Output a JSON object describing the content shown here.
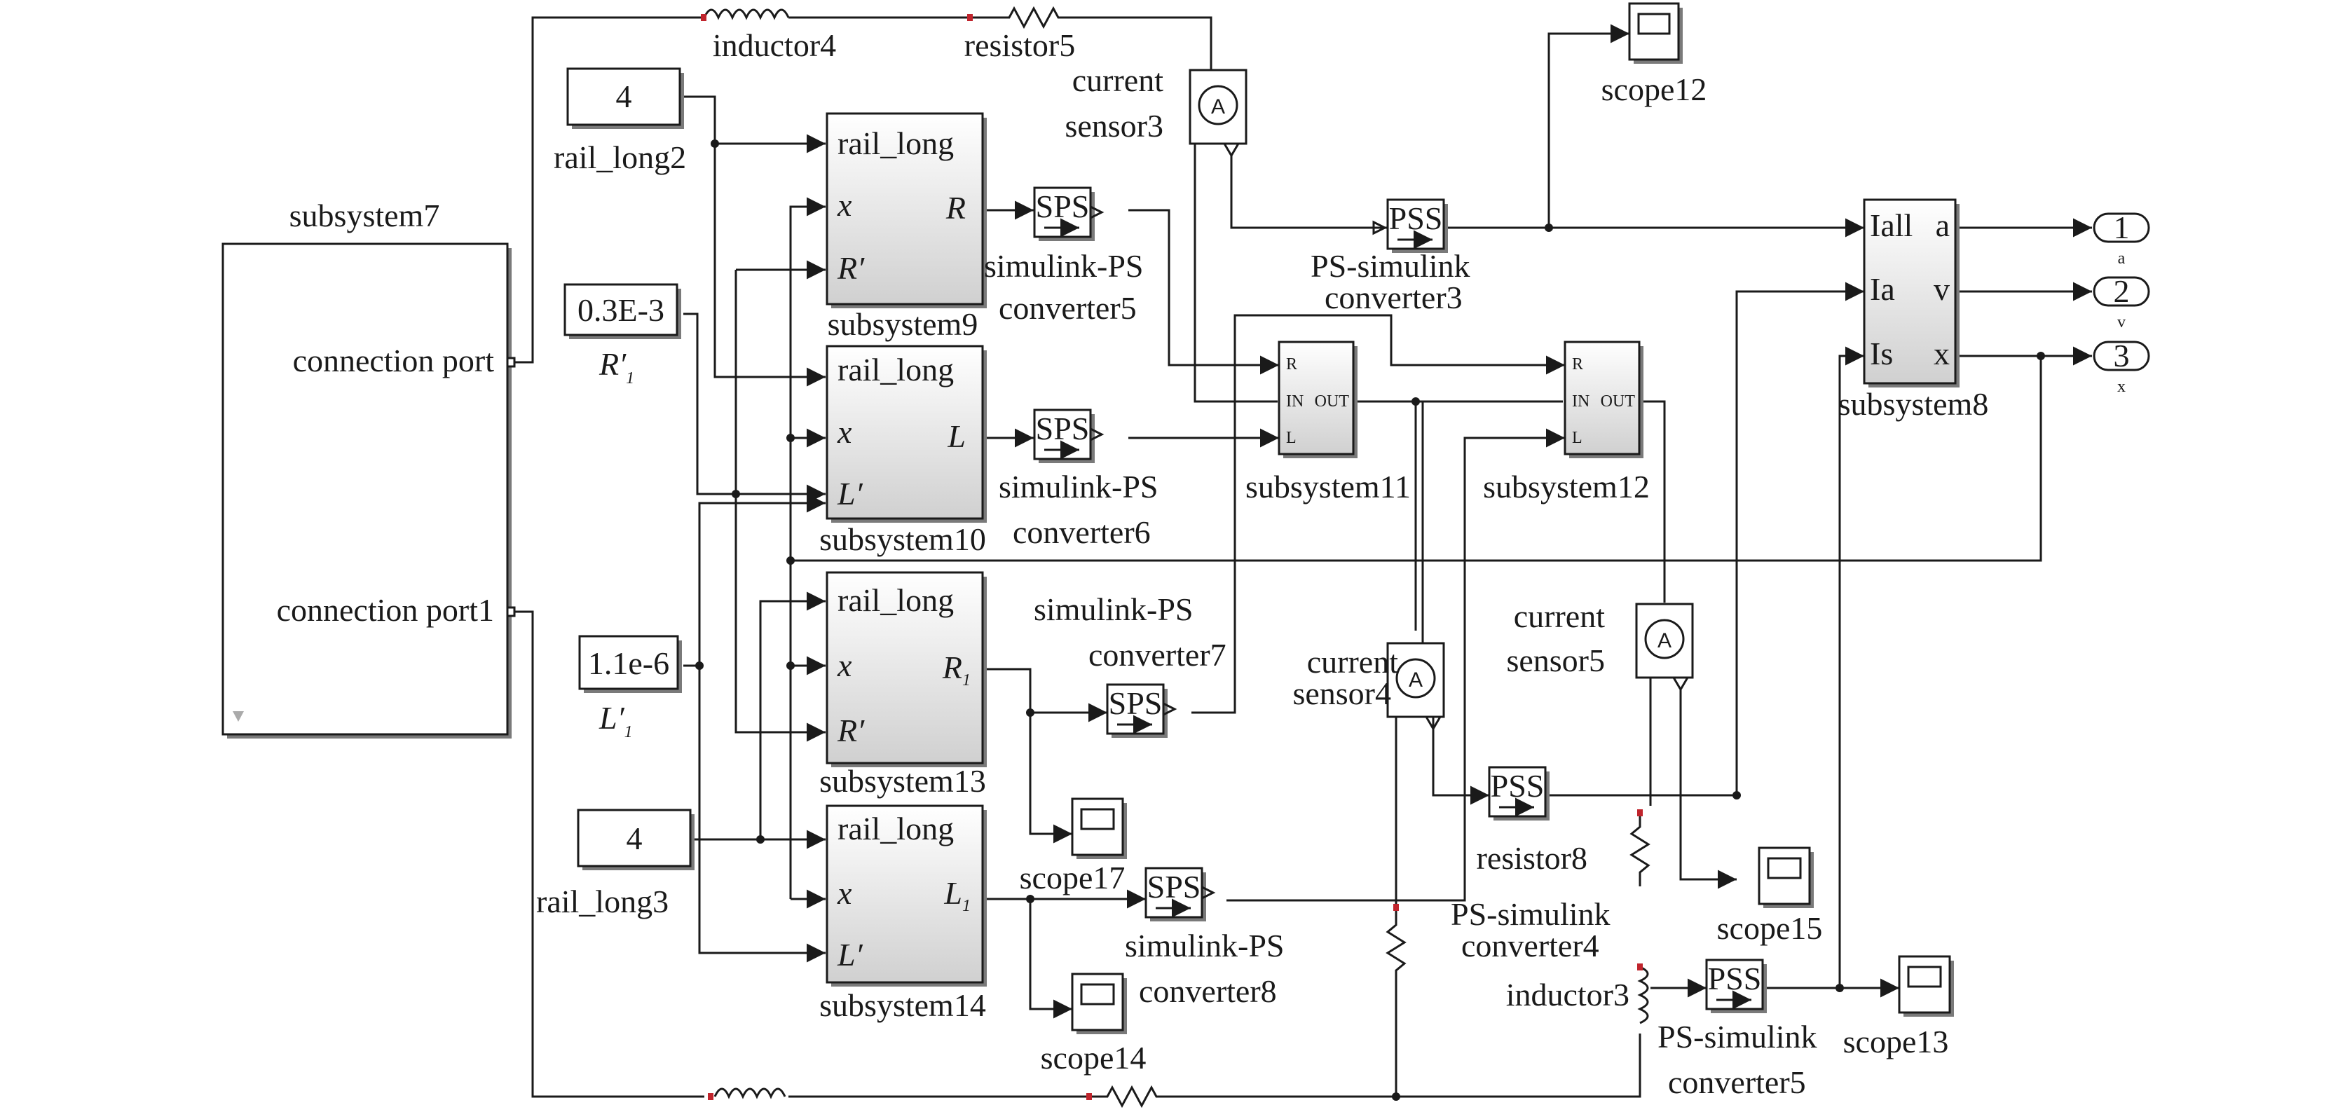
{
  "colors": {
    "ink": "#1a1a1a",
    "block_fill": "#ffffff",
    "shadow": "#7a7a7a",
    "grad_end": "#d0d0d0",
    "element_red": "#c0242c"
  },
  "subsystem7": {
    "name": "subsystem7",
    "port_top": "connection port",
    "port_bottom": "connection port1"
  },
  "constants": [
    {
      "value": "4",
      "name": "rail_long2"
    },
    {
      "value": "0.3E-3",
      "name": "R′",
      "sub": "1"
    },
    {
      "value": "1.1e-6",
      "name": "L′",
      "sub": "1"
    },
    {
      "value": "4",
      "name": "rail_long3"
    }
  ],
  "rail_blocks": [
    {
      "name": "subsystem9",
      "in1": "rail_long",
      "in2": "x",
      "in3": "R′",
      "out": "R",
      "out_sub": ""
    },
    {
      "name": "subsystem10",
      "in1": "rail_long",
      "in2": "x",
      "in3": "L′",
      "out": "L",
      "out_sub": ""
    },
    {
      "name": "subsystem13",
      "in1": "rail_long",
      "in2": "x",
      "in3": "R′",
      "out": "R",
      "out_sub": "1"
    },
    {
      "name": "subsystem14",
      "in1": "rail_long",
      "in2": "x",
      "in3": "L′",
      "out": "L",
      "out_sub": "1"
    }
  ],
  "sps": [
    {
      "text": "SPS",
      "label1": "simulink-PS",
      "label2": "converter5"
    },
    {
      "text": "SPS",
      "label1": "simulink-PS",
      "label2": "converter6"
    },
    {
      "text": "SPS",
      "label1": "simulink-PS",
      "label2": "converter7"
    },
    {
      "text": "SPS",
      "label1": "simulink-PS",
      "label2": "converter8"
    }
  ],
  "pss": [
    {
      "text": "PSS",
      "label1": "PS-simulink",
      "label2": "converter3"
    },
    {
      "text": "PSS",
      "label1": "PS-simulink",
      "label2": "converter4"
    },
    {
      "text": "PSS",
      "label1": "PS-simulink",
      "label2": "converter5"
    }
  ],
  "sensors": [
    {
      "label1": "current",
      "label2": "sensor3",
      "glyph": "A"
    },
    {
      "label1": "current",
      "label2": "sensor4",
      "glyph": "A"
    },
    {
      "label1": "current",
      "label2": "sensor5",
      "glyph": "A"
    }
  ],
  "rl_blocks": [
    {
      "name": "subsystem11",
      "p1": "R",
      "p2": "IN",
      "p3": "OUT",
      "p4": "L"
    },
    {
      "name": "subsystem12",
      "p1": "R",
      "p2": "IN",
      "p3": "OUT",
      "p4": "L"
    }
  ],
  "subsystem8": {
    "name": "subsystem8",
    "in": [
      "Iall",
      "Ia",
      "Is"
    ],
    "out": [
      "a",
      "v",
      "x"
    ]
  },
  "outports": [
    {
      "num": "1",
      "label": "a"
    },
    {
      "num": "2",
      "label": "v"
    },
    {
      "num": "3",
      "label": "x"
    }
  ],
  "scopes": [
    "scope12",
    "scope17",
    "scope14",
    "scope15",
    "scope13"
  ],
  "elements": {
    "inductor_top": "inductor4",
    "resistor_top": "resistor5",
    "resistor_mid": "resistor8",
    "inductor_mid": "inductor3"
  }
}
